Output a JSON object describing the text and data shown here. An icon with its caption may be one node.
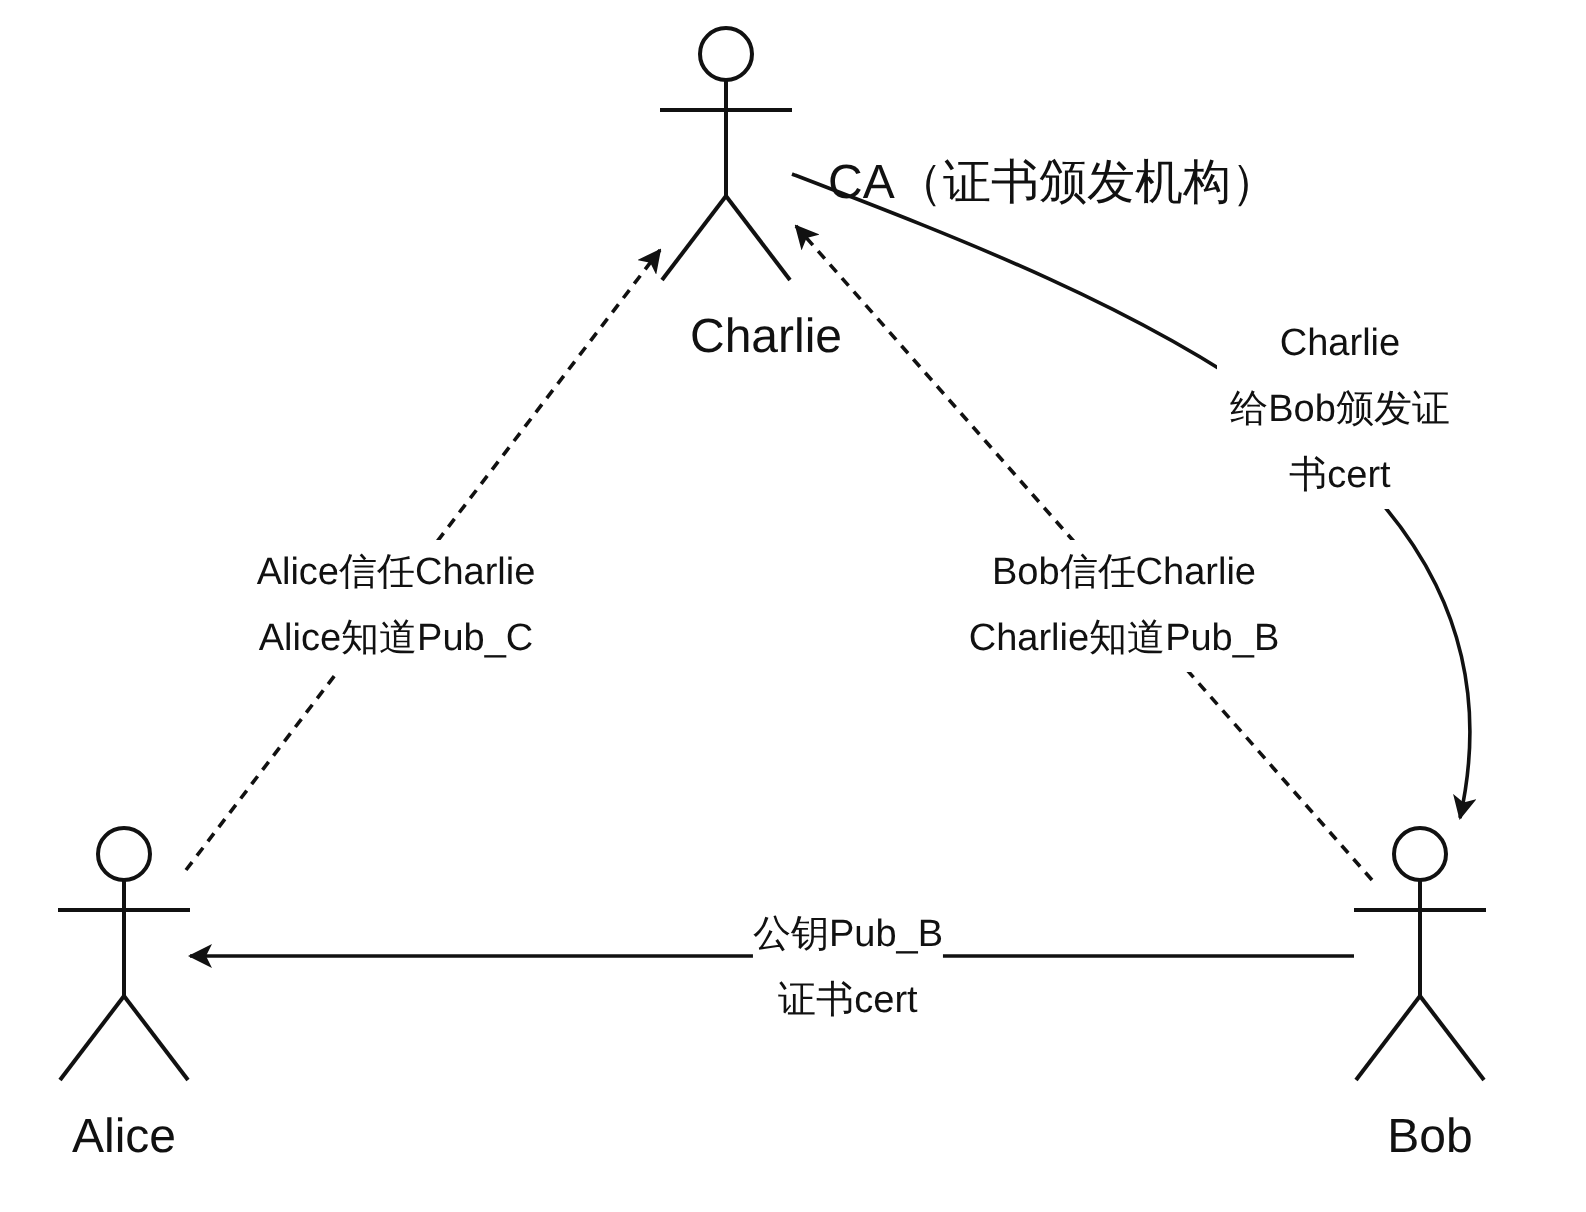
{
  "diagram": {
    "nodes": [
      {
        "text": [
          "Charlie"
        ],
        "beside": [
          "CA（证书颁发机构）"
        ]
      },
      {
        "text": [
          "Alice"
        ]
      },
      {
        "text": [
          "Bob"
        ]
      }
    ],
    "edges": [
      {
        "from": 1,
        "to": 0,
        "arrow": "to",
        "style": "dashed",
        "label": "Alice信任Charlie Alice知道Pub_C"
      },
      {
        "from": 2,
        "to": 0,
        "arrow": "to",
        "style": "dashed",
        "label": "Bob信任Charlie Charlie知道Pub_B"
      },
      {
        "from": 0,
        "to": 2,
        "arrow": "to",
        "label": "Charlie 给Bob颁发证书cert"
      },
      {
        "from": 2,
        "to": 1,
        "arrow": "to",
        "label": "公钥Pub_B 证书cert"
      }
    ]
  }
}
